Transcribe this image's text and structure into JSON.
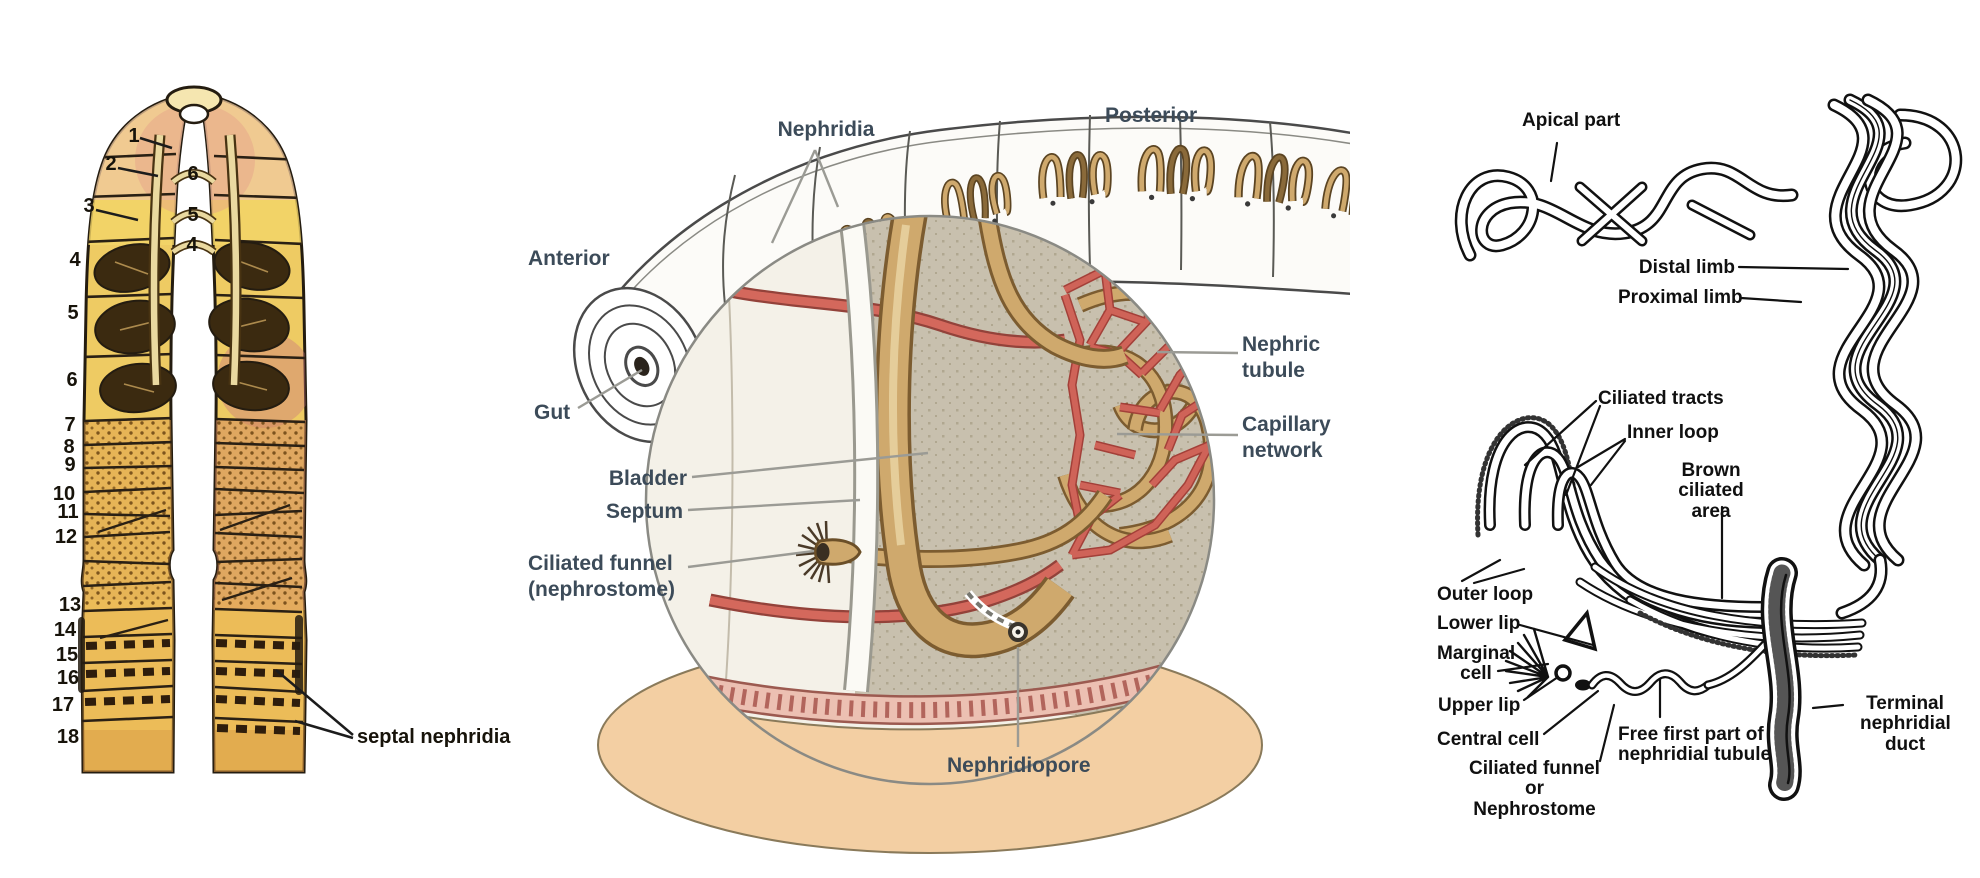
{
  "figure": {
    "left": {
      "caption": "septal nephridia",
      "outer_numbers": [
        "1",
        "2",
        "3",
        "4",
        "5",
        "6",
        "7",
        "8",
        "9",
        "10",
        "11",
        "12",
        "13",
        "14",
        "15",
        "16",
        "17",
        "18"
      ],
      "inner_numbers": [
        "6",
        "5",
        "4"
      ]
    },
    "middle": {
      "labels": {
        "nephridia": "Nephridia",
        "anterior": "Anterior",
        "posterior": "Posterior",
        "gut": "Gut",
        "bladder": "Bladder",
        "septum": "Septum",
        "ciliated_funnel": "Ciliated funnel\n(nephrostome)",
        "nephric_tubule": "Nephric\ntubule",
        "capillary_network": "Capillary\nnetwork",
        "nephridiopore": "Nephridiopore"
      }
    },
    "right": {
      "labels": {
        "apical_part": "Apical part",
        "distal_limb": "Distal limb",
        "proximal_limb": "Proximal limb",
        "ciliated_tracts": "Ciliated tracts",
        "inner_loop": "Inner loop",
        "brown_ciliated_area": "Brown\nciliated area",
        "outer_loop": "Outer loop",
        "lower_lip": "Lower lip",
        "marginal_cell": "Marginal\ncell",
        "upper_lip": "Upper lip",
        "central_cell": "Central cell",
        "ciliated_funnel": "Ciliated funnel\nor Nephrostome",
        "free_first_part": "Free first part of\nnephridial tubule",
        "terminal_duct": "Terminal\nnephridial\nduct"
      }
    }
  },
  "colors": {
    "middle_label": "#3c4b59",
    "ink": "#101010",
    "leader_gray": "#9b9b95",
    "tubule_tan": "#cfa96d",
    "capillary_red": "#cf6358",
    "segment_yellow": "#eecb63",
    "body_peach": "#f3cfa3"
  }
}
